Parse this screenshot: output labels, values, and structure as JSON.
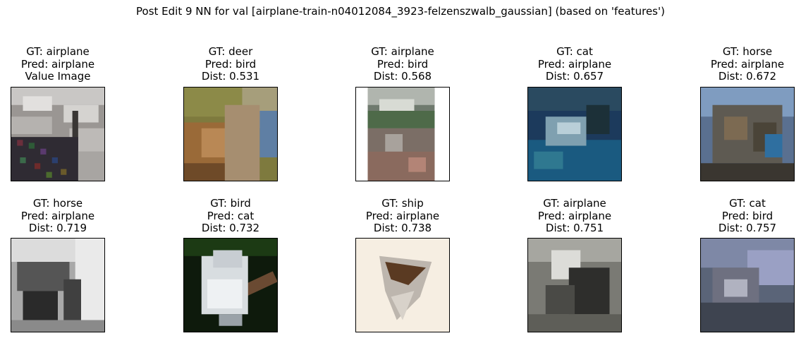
{
  "title": "Post Edit 9 NN for val [airplane-train-n04012084_3923-felzenszwalb_gaussian] (based on 'features')",
  "panels": [
    {
      "lines": [
        "GT: airplane",
        "Pred: airplane",
        "Value Image"
      ],
      "image": "grey-sky-with-noisy-patch"
    },
    {
      "lines": [
        "GT: deer",
        "Pred: bird",
        "Dist: 0.531"
      ],
      "image": "brown-animal-green-background"
    },
    {
      "lines": [
        "GT: airplane",
        "Pred: bird",
        "Dist: 0.568"
      ],
      "image": "aerial-town-view"
    },
    {
      "lines": [
        "GT: cat",
        "Pred: airplane",
        "Dist: 0.657"
      ],
      "image": "cat-on-blue-blanket"
    },
    {
      "lines": [
        "GT: horse",
        "Pred: airplane",
        "Dist: 0.672"
      ],
      "image": "horse-head-sky"
    },
    {
      "lines": [
        "GT: horse",
        "Pred: airplane",
        "Dist: 0.719"
      ],
      "image": "grayscale-horse-scene"
    },
    {
      "lines": [
        "GT: bird",
        "Pred: cat",
        "Dist: 0.732"
      ],
      "image": "white-bird-on-branch"
    },
    {
      "lines": [
        "GT: ship",
        "Pred: airplane",
        "Dist: 0.738"
      ],
      "image": "boat-on-cream-background"
    },
    {
      "lines": [
        "GT: airplane",
        "Pred: airplane",
        "Dist: 0.751"
      ],
      "image": "grey-machine-indoor"
    },
    {
      "lines": [
        "GT: cat",
        "Pred: bird",
        "Dist: 0.757"
      ],
      "image": "blue-grey-cat-closeup"
    }
  ]
}
